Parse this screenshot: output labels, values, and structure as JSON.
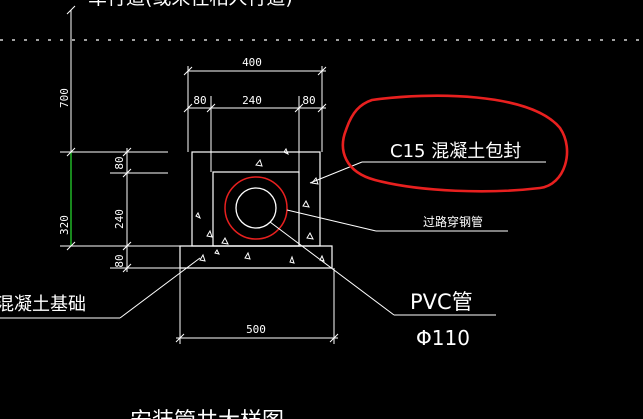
{
  "top_label_partial": "车行道(或来往相人行道)",
  "bottom_label_partial": "安装管井大样图",
  "labels": {
    "concrete_encasement": "C15 混凝土包封",
    "crossing_pipe": "过路穿钢管",
    "pvc_pipe": "PVC管",
    "pvc_diameter": "Φ110",
    "concrete_base": "混凝土基础"
  },
  "dimensions": {
    "top_width": "400",
    "left_offset": "80",
    "inner_width": "240",
    "right_offset": "80",
    "upper_depth": "700",
    "total_height": "320",
    "height_top": "80",
    "height_mid": "240",
    "height_base": "80",
    "base_width": "500"
  },
  "colors": {
    "background": "#000000",
    "lines": "#ffffff",
    "highlight_ellipse": "#e8201f",
    "pipe_circle": "#e8201f",
    "green_dim_line": "#22c22a"
  }
}
